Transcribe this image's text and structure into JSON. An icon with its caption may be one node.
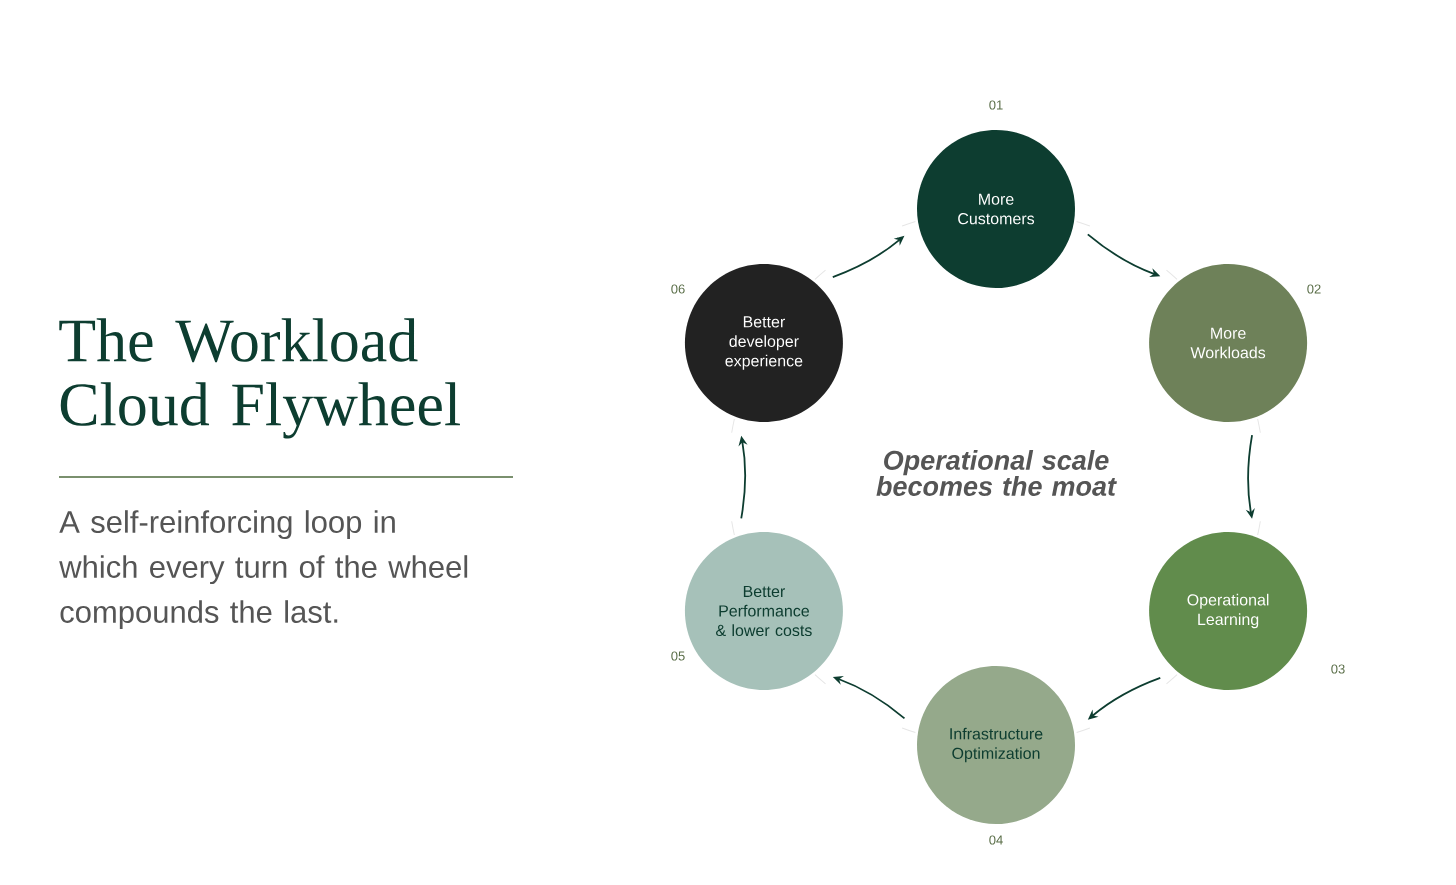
{
  "diagram": {
    "title": "The Workload Cloud Flywheel",
    "caption": "A self-reinforcing loop in which every turn of the wheel compounds the last.",
    "nodes": [
      {
        "text": [
          "More Customers"
        ],
        "beside": [
          "01"
        ]
      },
      {
        "text": [
          "More Workloads"
        ],
        "beside": [
          "02"
        ]
      },
      {
        "text": [
          "Operational Learning"
        ],
        "beside": [
          "03"
        ]
      },
      {
        "text": [
          "Infrastructure Optimization"
        ],
        "beside": [
          "04"
        ]
      },
      {
        "text": [
          "Better Performance & lower costs"
        ],
        "beside": [
          "05"
        ]
      },
      {
        "text": [
          "Better developer experience"
        ],
        "beside": [
          "06"
        ]
      }
    ],
    "edges": [
      {
        "from": 0,
        "to": 1,
        "arrow": "to"
      },
      {
        "from": 1,
        "to": 2,
        "arrow": "to"
      },
      {
        "from": 2,
        "to": 3,
        "arrow": "to"
      },
      {
        "from": 3,
        "to": 4,
        "arrow": "to"
      },
      {
        "from": 4,
        "to": 5,
        "arrow": "to"
      },
      {
        "from": 5,
        "to": 0,
        "arrow": "to"
      }
    ],
    "labels": [
      "Operational scale becomes the moat"
    ]
  }
}
